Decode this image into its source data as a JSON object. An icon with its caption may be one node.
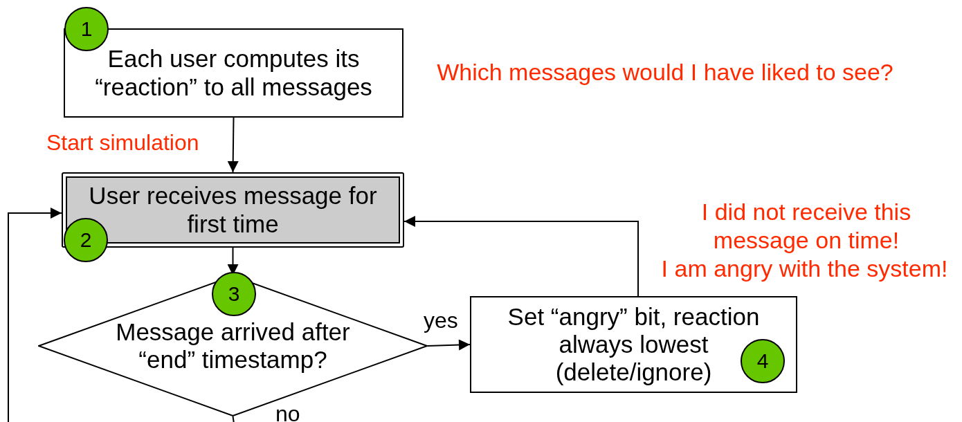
{
  "diagram": {
    "nodes": [
      {
        "text": [
          "Each user computes its “reaction” to all messages"
        ]
      },
      {
        "text": [
          "1"
        ]
      },
      {
        "text": [
          "User receives message for first time"
        ]
      },
      {
        "text": [
          "2"
        ]
      },
      {
        "text": [
          "Message arrived after “end” timestamp?"
        ]
      },
      {
        "text": [
          "3"
        ]
      },
      {
        "text": [
          "Set “angry” bit, reaction always lowest (delete/ignore)"
        ]
      },
      {
        "text": [
          "4"
        ],
        "in": 6
      }
    ],
    "edges": [
      {
        "from": 0,
        "to": 2,
        "arrow": "to",
        "label": "Start simulation"
      },
      {
        "from": 2,
        "to": 4,
        "arrow": "to"
      },
      {
        "from": 4,
        "to": 6,
        "arrow": "to",
        "label": "yes"
      },
      {
        "from": 6,
        "to": 2,
        "arrow": "to"
      },
      {
        "from": 4,
        "to": null,
        "arrow": "none",
        "label": "no"
      },
      {
        "from": null,
        "to": 2,
        "arrow": "to"
      }
    ],
    "labels": [
      "Which messages would I have liked to see?",
      "I did not receive this message on time!",
      "I am angry with the system!"
    ]
  }
}
